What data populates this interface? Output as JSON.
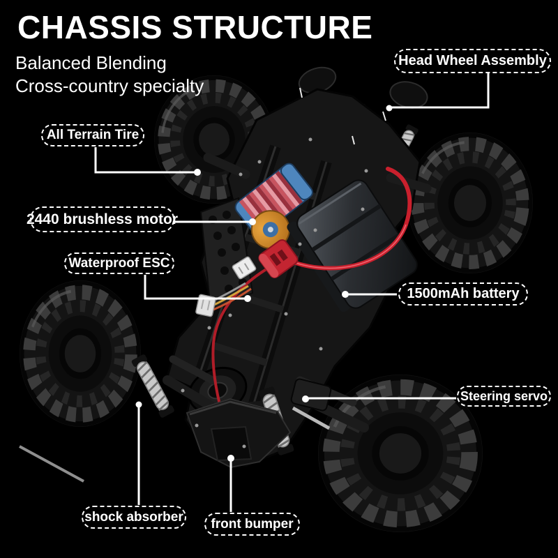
{
  "title": "CHASSIS STRUCTURE",
  "subtitle": {
    "line1": "Balanced Blending",
    "line2": "Cross-country specialty"
  },
  "callouts": [
    {
      "id": "head-wheel-assembly",
      "label": "Head Wheel Assembly"
    },
    {
      "id": "all-terrain-tire",
      "label": "All Terrain Tire"
    },
    {
      "id": "brushless-motor",
      "label": "2440 brushless motor"
    },
    {
      "id": "waterproof-esc",
      "label": "Waterproof ESC"
    },
    {
      "id": "battery",
      "label": "1500mAh battery"
    },
    {
      "id": "steering-servo",
      "label": "Steering servo"
    },
    {
      "id": "shock-absorber",
      "label": "shock absorber"
    },
    {
      "id": "front-bumper",
      "label": "front bumper"
    }
  ],
  "colors": {
    "background": "#000000",
    "text": "#ffffff",
    "callout_line": "#ffffff",
    "tire_black": "#141414",
    "motor_blue": "#4e86bd",
    "motor_fins_red": "#c8545f",
    "motor_mount_orange": "#d08a2f",
    "wire_red": "#c9202d",
    "battery_gray": "#34383c",
    "spring_silver": "#c9c9c9"
  }
}
